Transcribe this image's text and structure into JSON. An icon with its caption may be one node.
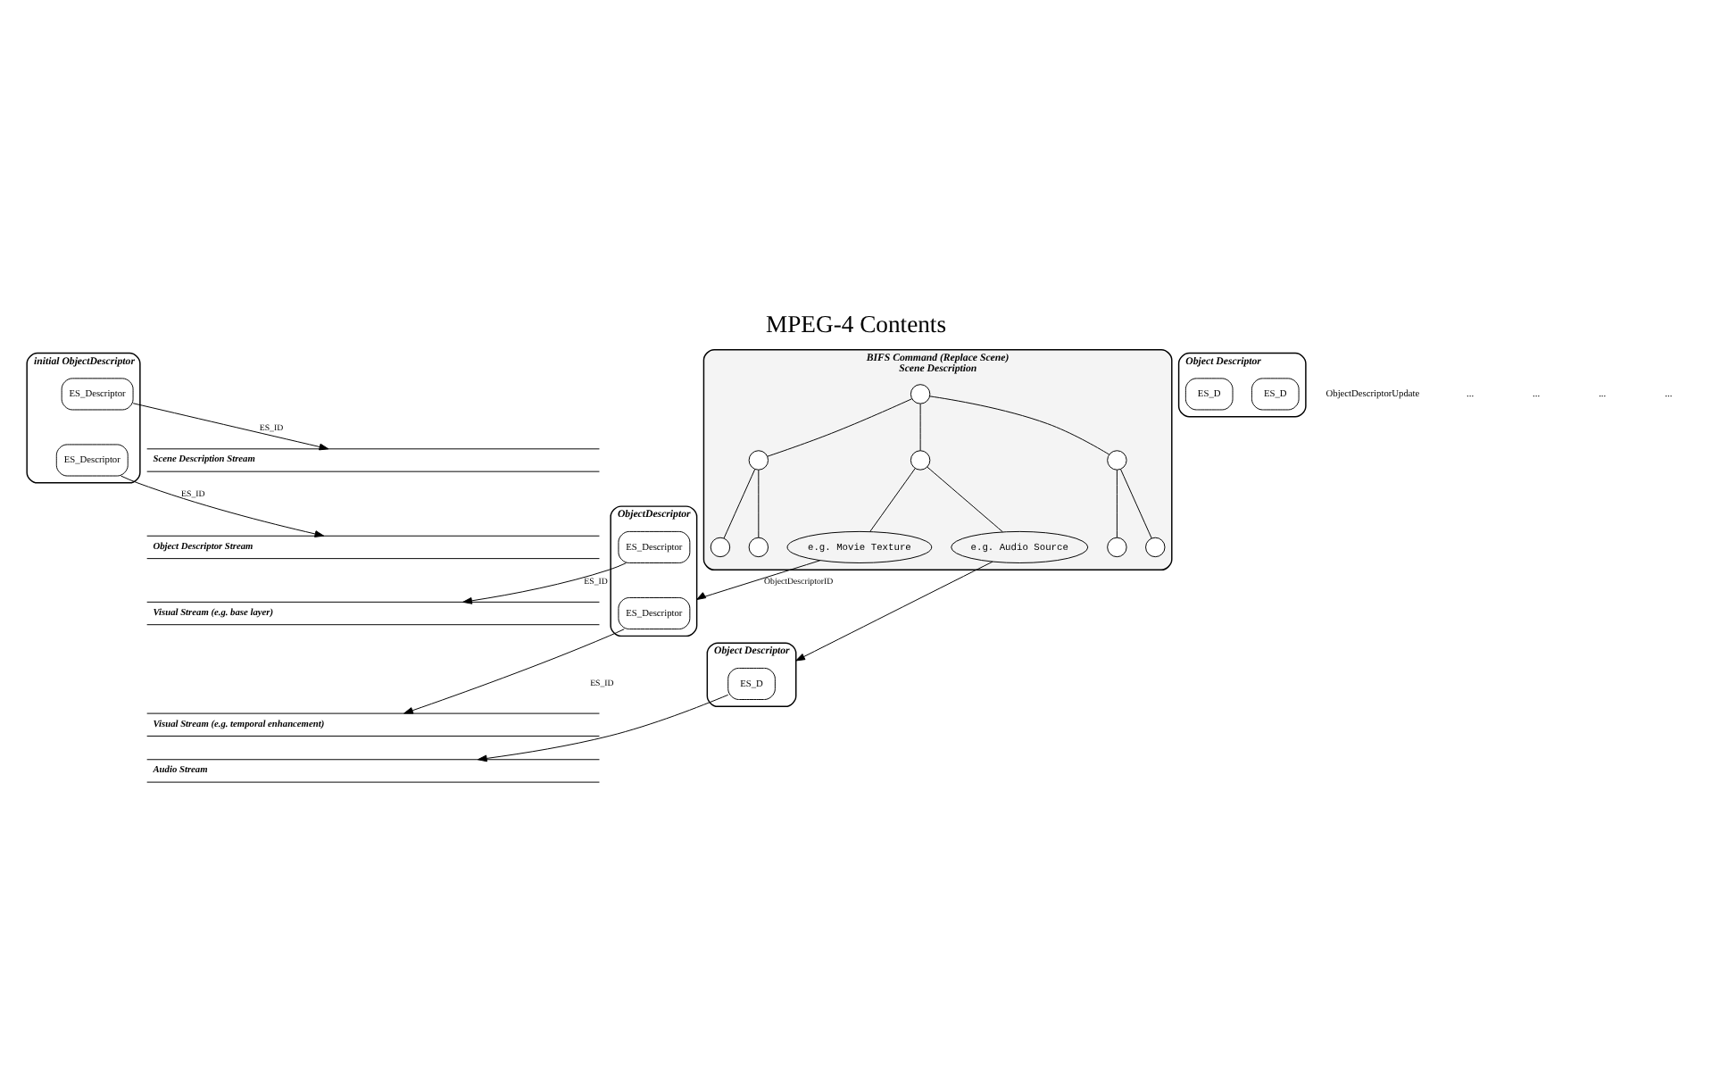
{
  "diagram": {
    "title": "MPEG-4 Contents",
    "nodes": [
      {
        "text": [
          "initial ObjectDescriptor"
        ]
      },
      {
        "text": [
          "ES_Descriptor"
        ],
        "in": 0
      },
      {
        "text": [
          "ES_Descriptor"
        ],
        "in": 0
      },
      {
        "text": [
          "Scene Description Stream"
        ]
      },
      {
        "text": [
          "BIFS Command (Replace Scene)",
          "Scene Description"
        ]
      },
      {
        "text": [],
        "shape": "circle",
        "in": 4
      },
      {
        "text": [],
        "shape": "circle",
        "in": 4
      },
      {
        "text": [],
        "shape": "circle",
        "in": 4
      },
      {
        "text": [],
        "shape": "circle",
        "in": 4
      },
      {
        "text": [],
        "shape": "circle",
        "in": 4
      },
      {
        "text": [],
        "shape": "circle",
        "in": 4
      },
      {
        "text": [],
        "shape": "circle",
        "in": 4
      },
      {
        "text": [],
        "shape": "circle",
        "in": 4
      },
      {
        "text": [
          "e.g. Audio Source"
        ],
        "in": 4
      },
      {
        "text": [
          "e.g. Movie Texture"
        ],
        "in": 4
      },
      {
        "text": [
          "Object Descriptor Stream"
        ]
      },
      {
        "text": [
          "Object Descriptor"
        ]
      },
      {
        "text": [
          "ES_D"
        ],
        "in": 16
      },
      {
        "text": [
          "ES_D"
        ],
        "in": 16
      },
      {
        "text": [
          "Object Descriptor"
        ]
      },
      {
        "text": [
          "ES_D"
        ],
        "in": 19
      },
      {
        "text": [
          "ObjectDescriptor"
        ]
      },
      {
        "text": [
          "ES_Descriptor"
        ],
        "in": 21
      },
      {
        "text": [
          "ES_Descriptor"
        ],
        "in": 21
      },
      {
        "text": [
          "Visual Stream (e.g. base layer)"
        ]
      },
      {
        "text": [
          "Visual Stream (e.g. temporal enhancement)"
        ]
      },
      {
        "text": [
          "Audio Stream"
        ]
      }
    ],
    "edges": [
      {
        "from": 5,
        "to": 6,
        "arrow": "none"
      },
      {
        "from": 5,
        "to": 7,
        "arrow": "none"
      },
      {
        "from": 5,
        "to": 8,
        "arrow": "none"
      },
      {
        "from": 6,
        "to": 9,
        "arrow": "none"
      },
      {
        "from": 6,
        "to": 10,
        "arrow": "none"
      },
      {
        "from": 8,
        "to": 11,
        "arrow": "none"
      },
      {
        "from": 8,
        "to": 12,
        "arrow": "none"
      },
      {
        "from": 7,
        "to": 13,
        "arrow": "none"
      },
      {
        "from": 7,
        "to": 14,
        "arrow": "none"
      },
      {
        "from": 1,
        "to": 3,
        "arrow": "to",
        "label": "ES_ID"
      },
      {
        "from": 2,
        "to": 15,
        "arrow": "to",
        "label": "ES_ID"
      },
      {
        "from": 13,
        "to": 19,
        "arrow": "to"
      },
      {
        "from": 14,
        "to": 21,
        "arrow": "to",
        "label": "ObjectDescriptorID"
      },
      {
        "from": 22,
        "to": 25,
        "arrow": "to",
        "label": "ES_ID"
      },
      {
        "from": 23,
        "to": 24,
        "arrow": "to",
        "label": "ES_ID"
      },
      {
        "from": 20,
        "to": 26,
        "arrow": "to"
      }
    ],
    "labels": [
      "ObjectDescriptorUpdate",
      "...",
      "...",
      "...",
      "..."
    ]
  }
}
